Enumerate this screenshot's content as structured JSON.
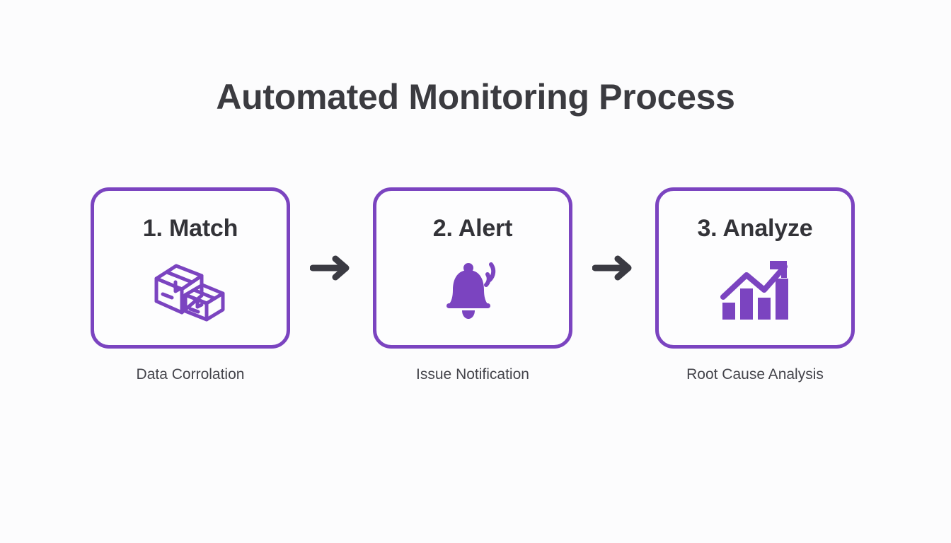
{
  "page": {
    "title": "Automated Monitoring Process",
    "background_color": "#fcfcfd",
    "accent_color": "#7b44c0",
    "title_color": "#3b3b40",
    "caption_color": "#44444b",
    "arrow_color": "#3a3a42"
  },
  "steps": [
    {
      "heading": "1. Match",
      "caption": "Data Corrolation",
      "icon": "packages-icon"
    },
    {
      "heading": "2. Alert",
      "caption": "Issue Notification",
      "icon": "bell-icon"
    },
    {
      "heading": "3. Analyze",
      "caption": "Root Cause Analysis",
      "icon": "bar-chart-growth-icon"
    }
  ],
  "connectors": [
    {
      "icon": "arrow-right-icon"
    },
    {
      "icon": "arrow-right-icon"
    }
  ]
}
